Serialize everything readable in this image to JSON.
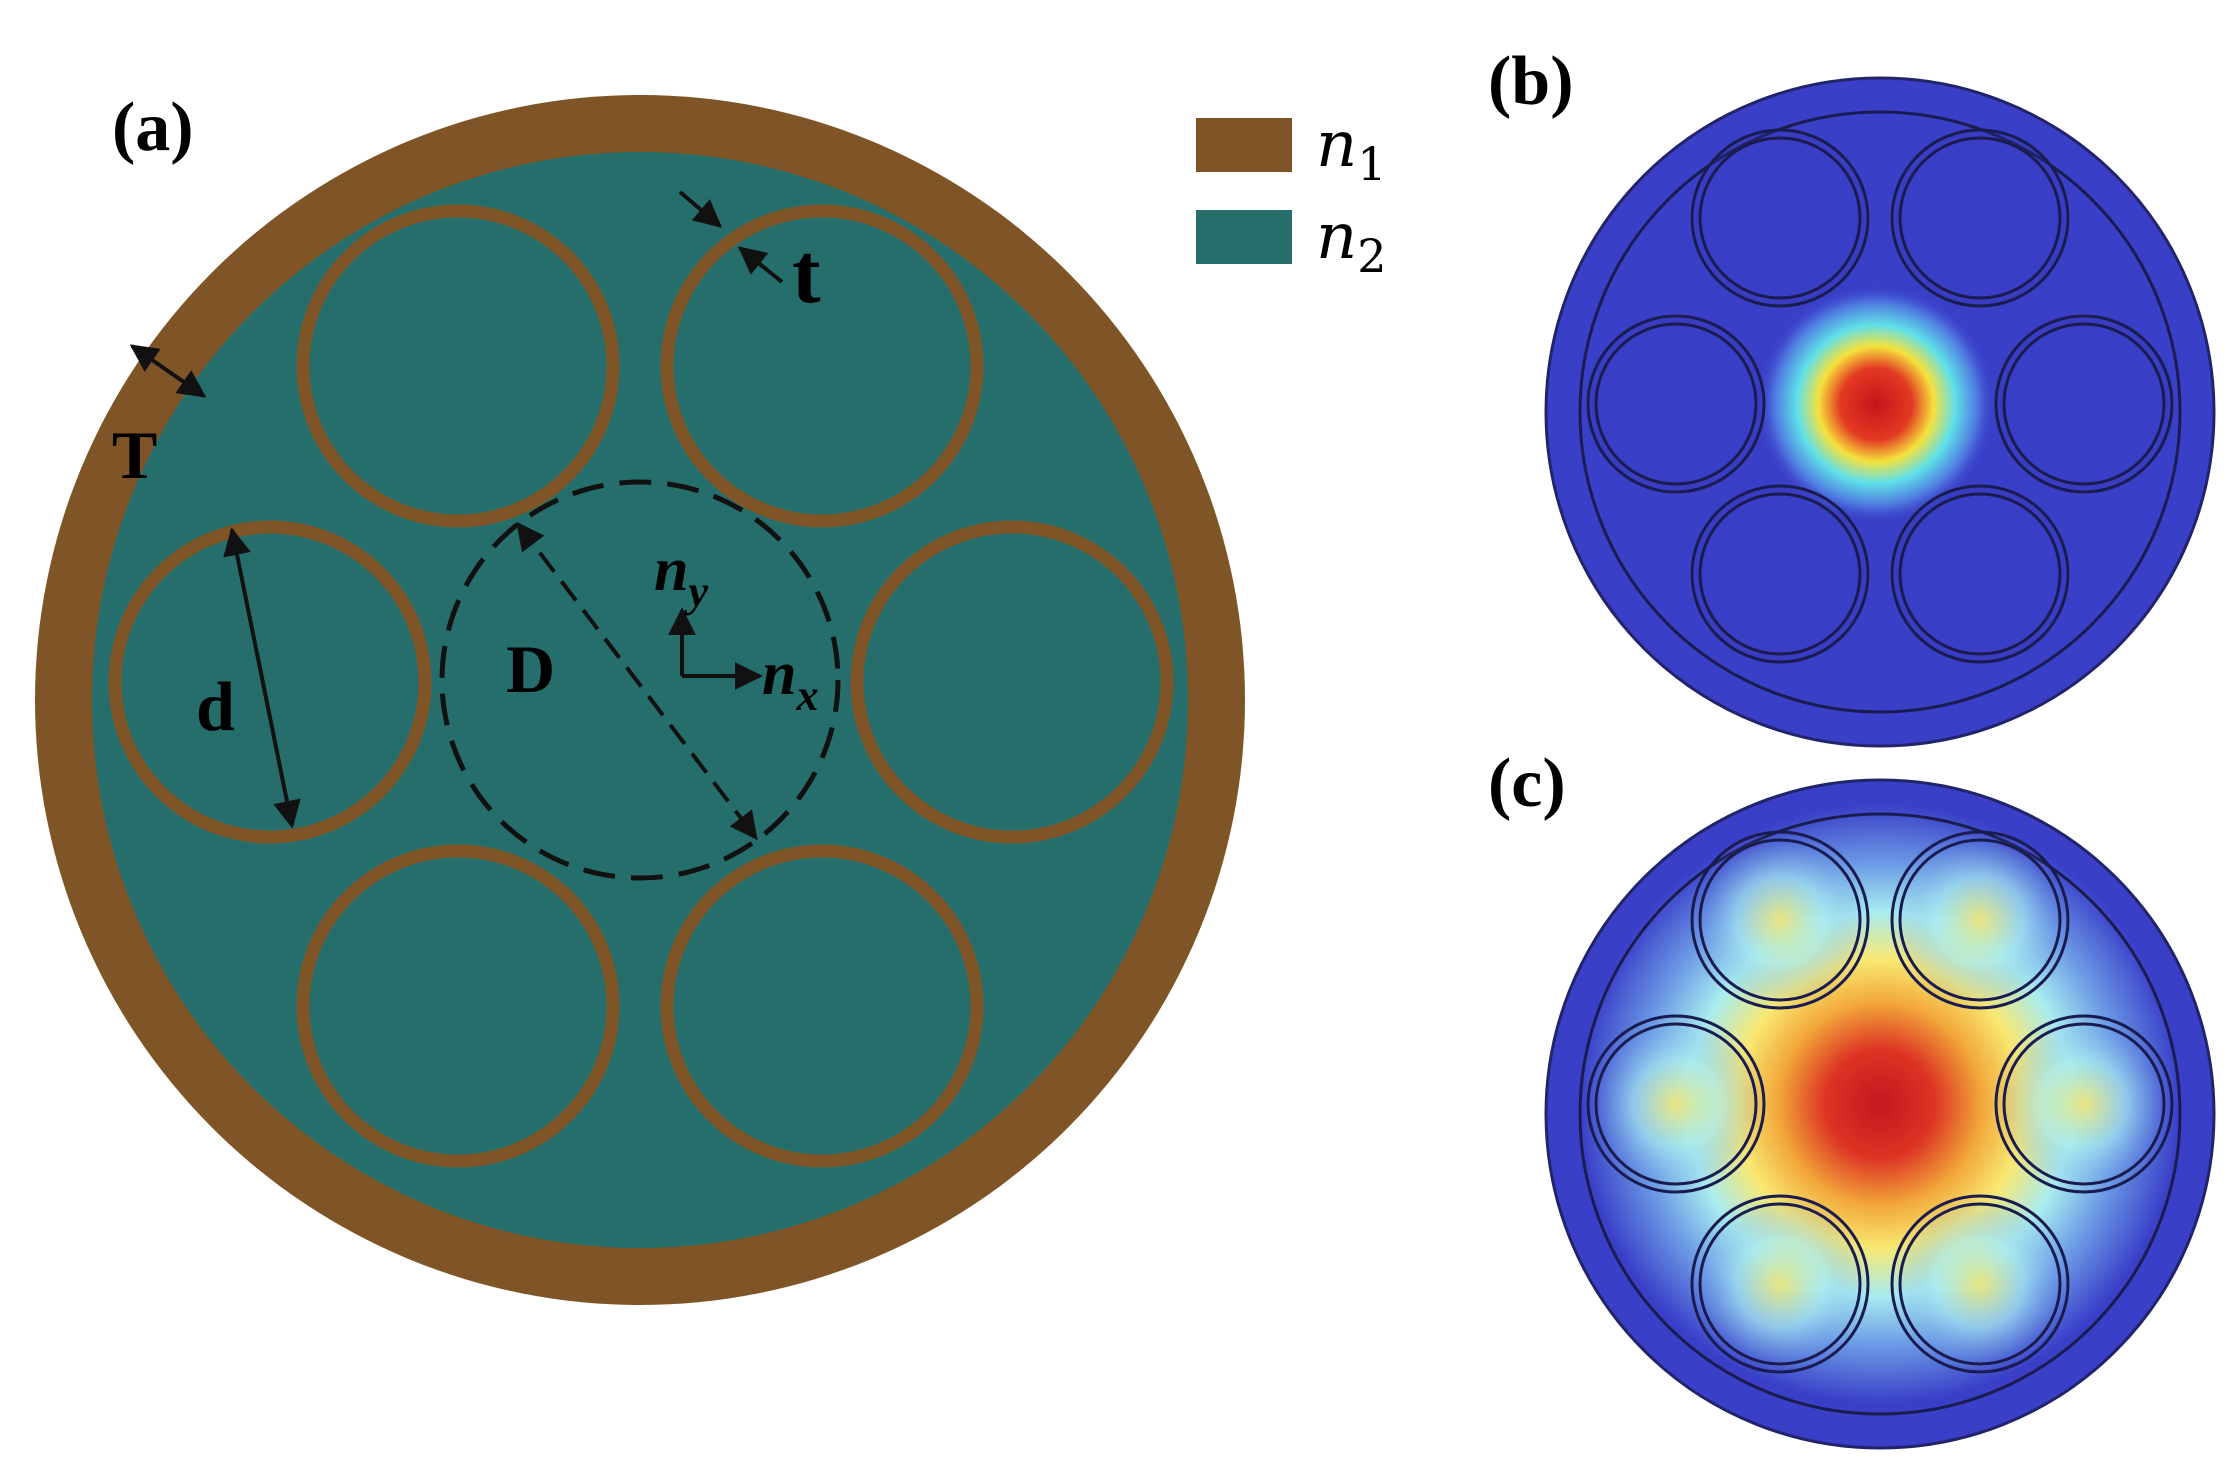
{
  "panels": {
    "a": {
      "label": "(a)"
    },
    "b": {
      "label": "(b)"
    },
    "c": {
      "label": "(c)"
    }
  },
  "legend": [
    {
      "symbol": "n",
      "subscript": "1",
      "color": "#7f5527"
    },
    {
      "symbol": "n",
      "subscript": "2",
      "color": "#266e6b"
    }
  ],
  "dimensions": {
    "outer_thickness": "T",
    "tube_thickness": "t",
    "tube_diameter": "d",
    "core_diameter": "D"
  },
  "axes": {
    "x": {
      "symbol": "n",
      "subscript": "x"
    },
    "y": {
      "symbol": "n",
      "subscript": "y"
    }
  },
  "colors": {
    "cladding": "#7f5527",
    "core_fill": "#266e6b",
    "field_background": "#3a3fc8"
  }
}
